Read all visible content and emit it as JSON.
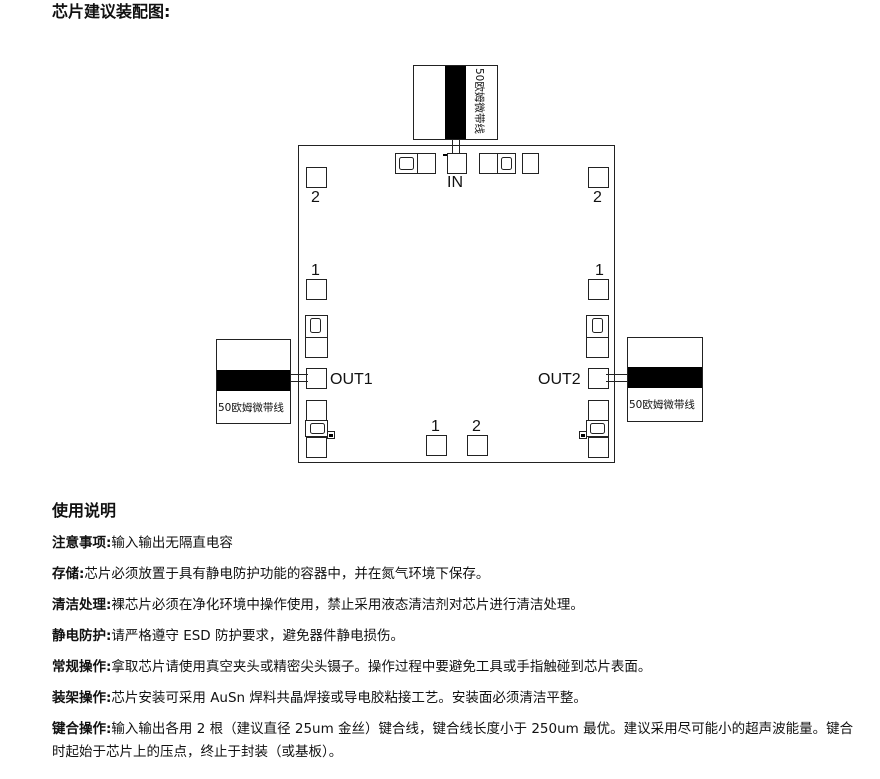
{
  "title": "芯片建议装配图:",
  "diagram": {
    "in_label": "IN",
    "out1_label": "OUT1",
    "out2_label": "OUT2",
    "microstrip_label": "50欧姆微带线",
    "pad_1": "1",
    "pad_2": "2"
  },
  "usage": {
    "title": "使用说明",
    "notes": [
      {
        "label": "注意事项",
        "colon": ":",
        "text": "输入输出无隔直电容"
      },
      {
        "label": "存储",
        "colon": ":",
        "text": "芯片必须放置于具有静电防护功能的容器中，并在氮气环境下保存。"
      },
      {
        "label": "清洁处理",
        "colon": ":",
        "text": "裸芯片必须在净化环境中操作使用，禁止采用液态清洁剂对芯片进行清洁处理。"
      },
      {
        "label": "静电防护",
        "colon": ":",
        "text": "请严格遵守 ESD 防护要求，避免器件静电损伤。"
      },
      {
        "label": "常规操作",
        "colon": ":",
        "text": "拿取芯片请使用真空夹头或精密尖头镊子。操作过程中要避免工具或手指触碰到芯片表面。"
      },
      {
        "label": "装架操作",
        "colon": ":",
        "text": "芯片安装可采用 AuSn 焊料共晶焊接或导电胶粘接工艺。安装面必须清洁平整。"
      },
      {
        "label": "键合操作",
        "colon": ":",
        "text": "输入输出各用 2 根（建议直径 25um 金丝）键合线，键合线长度小于 250um 最优。建议采用尽可能小的超声波能量。键合时起始于芯片上的压点，终止于封装（或基板）。"
      }
    ]
  },
  "colors": {
    "line": "#222222",
    "strip": "#000000",
    "text": "#111111"
  }
}
